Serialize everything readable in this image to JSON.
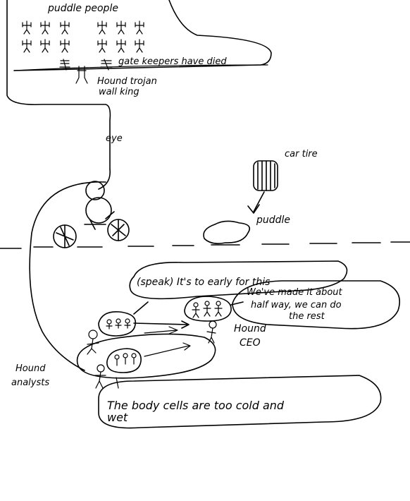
{
  "labels": {
    "puddle_people": "puddle people",
    "gate_keepers": "gate keepers have died",
    "hound_trojan_1": "Hound trojan",
    "hound_trojan_2": "wall king",
    "eye": "eye",
    "car_tire": "car tire",
    "puddle": "puddle",
    "speak": "(speak) It's to early for this",
    "made_it_1": "We've made it about",
    "made_it_2": "half way, we can do",
    "made_it_3": "the rest",
    "hound_ceo_1": "Hound",
    "hound_ceo_2": "CEO",
    "hound_analysts_1": "Hound",
    "hound_analysts_2": "analysts",
    "body_cells_1": "The body cells are too cold and",
    "body_cells_2": "wet"
  }
}
